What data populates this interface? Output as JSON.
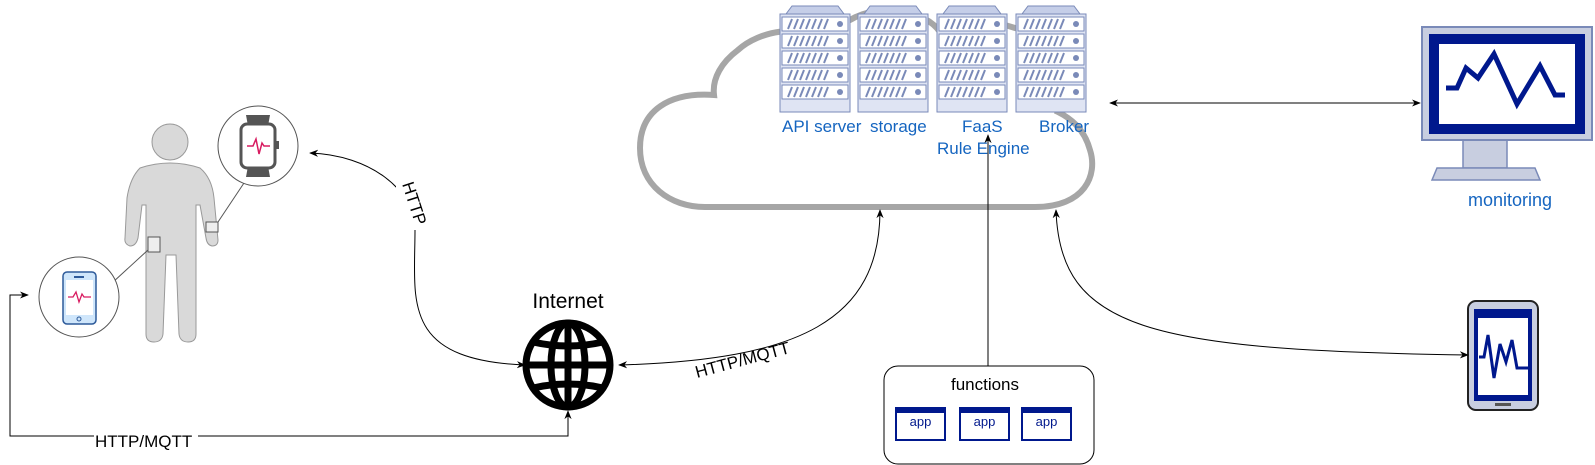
{
  "servers": {
    "api_server": "API server",
    "storage": "storage",
    "faas": "FaaS",
    "rule_engine": "Rule Engine",
    "broker": "Broker"
  },
  "monitoring": {
    "label": "monitoring"
  },
  "internet": {
    "label": "Internet"
  },
  "functions": {
    "title": "functions",
    "apps": [
      "app",
      "app",
      "app"
    ]
  },
  "edges": {
    "http": "HTTP",
    "http_mqtt_internet_cloud": "HTTP/MQTT",
    "http_mqtt_bottom": "HTTP/MQTT"
  },
  "colors": {
    "accent_blue": "#1565c0",
    "navy": "#00188d",
    "cloud_stroke": "#a6a6a6",
    "server_fill": "#c5cee8",
    "server_stroke": "#7a8ab8",
    "person": "#d9d9d9"
  }
}
